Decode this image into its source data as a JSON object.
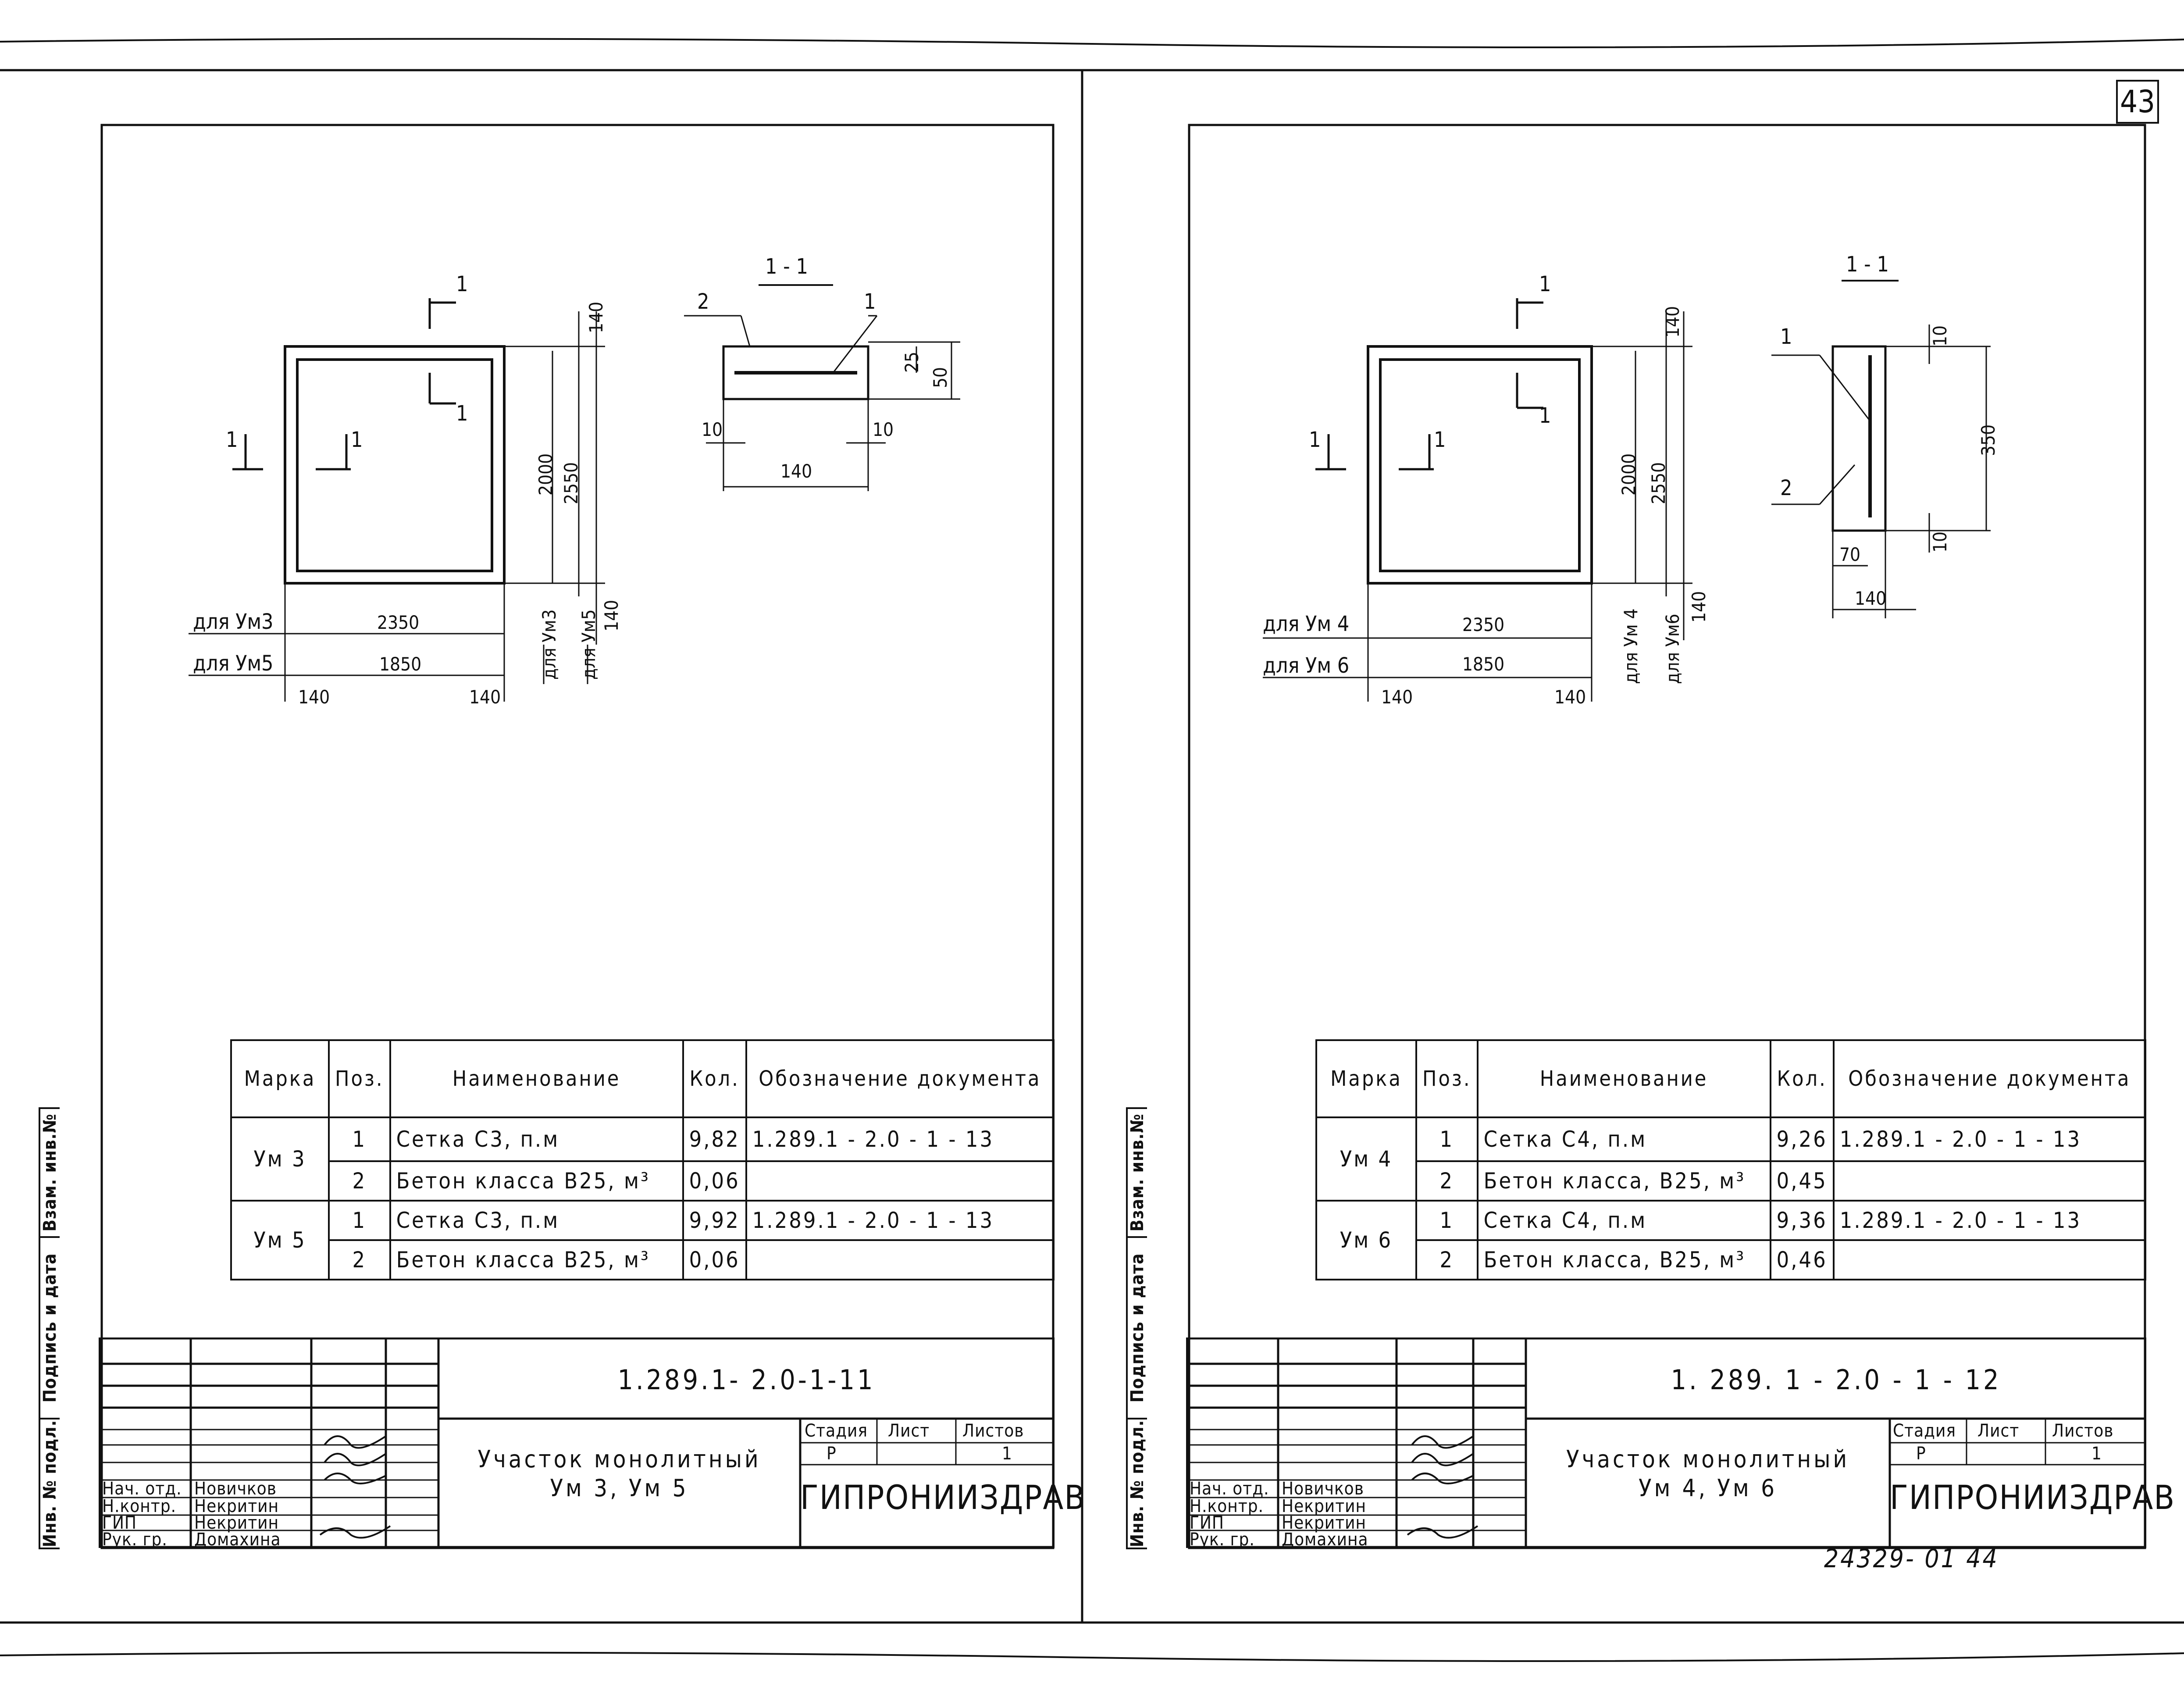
{
  "sheet_number": "43",
  "archive_stamp": "24329- 01  44",
  "side_labels": [
    "Инв. № подл.",
    "Подпись и дата",
    "Взам. инв.№"
  ],
  "left": {
    "section_label": "1 - 1",
    "cut_mark": "1",
    "pos_labels": [
      "2",
      "1"
    ],
    "plan_dims": {
      "d140": "140",
      "d2000": "2000",
      "d2550": "2550",
      "d2350": "2350",
      "d1850": "1850",
      "d140b": "140",
      "d140c": "140"
    },
    "for_a": "для Ум3",
    "for_b": "для Ум5",
    "vfor_a": "для Ум3",
    "vfor_b": "для Ум5",
    "section_dims": {
      "d25": "25",
      "d50": "50",
      "d10a": "10",
      "d10b": "10",
      "d140": "140"
    },
    "spec": {
      "headers": {
        "mark": "Марка",
        "pos": "Поз.",
        "name": "Наименование",
        "qty": "Кол.",
        "doc": "Обозначение документа"
      },
      "rows": [
        {
          "mark": "Ум 3",
          "pos": "1",
          "name": "Сетка С3, п.м",
          "qty": "9,82",
          "doc": "1.289.1 - 2.0 - 1 - 13"
        },
        {
          "pos": "2",
          "name": "Бетон класса В25, м³",
          "qty": "0,06",
          "doc": ""
        },
        {
          "mark": "Ум 5",
          "pos": "1",
          "name": "Сетка С3, п.м",
          "qty": "9,92",
          "doc": "1.289.1 - 2.0 - 1 - 13"
        },
        {
          "pos": "2",
          "name": "Бетон класса В25, м³",
          "qty": "0,06",
          "doc": ""
        }
      ]
    },
    "title_block": {
      "code": "1.289.1- 2.0-1-11",
      "title_line1": "Участок монолитный",
      "title_line2": "Ум 3, Ум 5",
      "stage_h": "Стадия",
      "sheet_h": "Лист",
      "sheets_h": "Листов",
      "stage": "Р",
      "sheets": "1",
      "org": "ГИПРОНИИЗДРАВ",
      "people": [
        {
          "role": "Нач. отд.",
          "name": "Новичков"
        },
        {
          "role": "Н.контр.",
          "name": "Некритин"
        },
        {
          "role": "ГИП",
          "name": "Некритин"
        },
        {
          "role": "Рук. гр.",
          "name": "Домахина"
        }
      ]
    }
  },
  "right": {
    "section_label": "1 - 1",
    "cut_mark": "1",
    "pos_labels": [
      "1",
      "2"
    ],
    "plan_dims": {
      "d140": "140",
      "d2000": "2000",
      "d2550": "2550",
      "d2350": "2350",
      "d1850": "1850",
      "d140b": "140",
      "d140c": "140"
    },
    "for_a": "для Ум 4",
    "for_b": "для Ум 6",
    "vfor_a": "для Ум 4",
    "vfor_b": "для Ум6",
    "section_dims": {
      "d10a": "10",
      "d350": "350",
      "d10b": "10",
      "d70": "70",
      "d140": "140"
    },
    "spec": {
      "headers": {
        "mark": "Марка",
        "pos": "Поз.",
        "name": "Наименование",
        "qty": "Кол.",
        "doc": "Обозначение документа"
      },
      "rows": [
        {
          "mark": "Ум 4",
          "pos": "1",
          "name": "Сетка С4, п.м",
          "qty": "9,26",
          "doc": "1.289.1 - 2.0 - 1 - 13"
        },
        {
          "pos": "2",
          "name": "Бетон класса, В25, м³",
          "qty": "0,45",
          "doc": ""
        },
        {
          "mark": "Ум 6",
          "pos": "1",
          "name": "Сетка С4, п.м",
          "qty": "9,36",
          "doc": "1.289.1 - 2.0 - 1 - 13"
        },
        {
          "pos": "2",
          "name": "Бетон класса, В25, м³",
          "qty": "0,46",
          "doc": ""
        }
      ]
    },
    "title_block": {
      "code": "1. 289. 1 - 2.0 - 1 - 12",
      "title_line1": "Участок монолитный",
      "title_line2": "Ум 4, Ум 6",
      "stage_h": "Стадия",
      "sheet_h": "Лист",
      "sheets_h": "Листов",
      "stage": "Р",
      "sheets": "1",
      "org": "ГИПРОНИИЗДРАВ",
      "people": [
        {
          "role": "Нач. отд.",
          "name": "Новичков"
        },
        {
          "role": "Н.контр.",
          "name": "Некритин"
        },
        {
          "role": "ГИП",
          "name": "Некритин"
        },
        {
          "role": "Рук. гр.",
          "name": "Домахина"
        }
      ]
    }
  }
}
